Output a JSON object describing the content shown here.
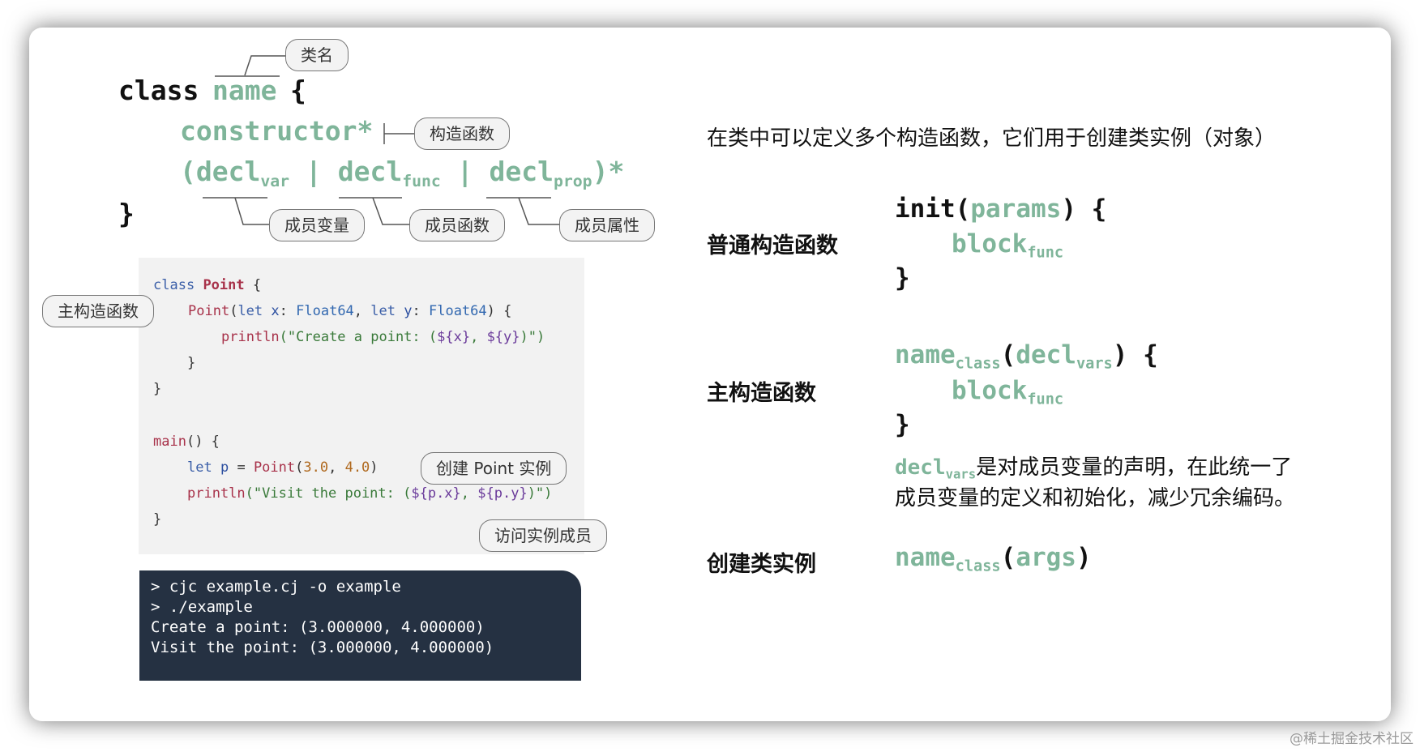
{
  "grammar": {
    "class_kw": "class",
    "name": "name",
    "open_brace": "{",
    "constructor": "constructor*",
    "decl_open": "(",
    "decl": "decl",
    "sub_var": "var",
    "sub_func": "func",
    "sub_prop": "prop",
    "pipe": "|",
    "decl_close": ")*",
    "close_brace": "}"
  },
  "tags": {
    "class_name": "类名",
    "constructor": "构造函数",
    "member_var": "成员变量",
    "member_func": "成员函数",
    "member_prop": "成员属性",
    "primary_ctor": "主构造函数",
    "create_instance": "创建 Point 实例",
    "access_member": "访问实例成员"
  },
  "code": {
    "line1": {
      "kw": "class",
      "name": "Point",
      "rest": " {"
    },
    "line2": {
      "fn": "Point",
      "p1": "(",
      "let1": "let",
      "x": "x",
      "colon1": ": ",
      "t1": "Float64",
      "comma": ", ",
      "let2": "let",
      "y": "y",
      "colon2": ": ",
      "t2": "Float64",
      "end": ") {"
    },
    "line3": {
      "fn": "println",
      "str1": "(\"Create a point: (",
      "tpl1": "${x}",
      "sep": ", ",
      "tpl2": "${y}",
      "str2": ")\")"
    },
    "line4": "}",
    "line5": "}",
    "line6": {
      "fn": "main",
      "rest": "() {"
    },
    "line7": {
      "kw": "let",
      "id": "p",
      "eq": " = ",
      "fn": "Point",
      "p1": "(",
      "n1": "3.0",
      "comma": ", ",
      "n2": "4.0",
      "p2": ")"
    },
    "line8": {
      "fn": "println",
      "str1": "(\"Visit the point: (",
      "tpl1": "${p.x}",
      "sep": ", ",
      "tpl2": "${p.y}",
      "str2": ")\")"
    },
    "line9": "}"
  },
  "terminal": {
    "lines": [
      "> cjc example.cj -o example",
      "> ./example",
      "Create a point: (3.000000, 4.000000)",
      "Visit the point: (3.000000, 4.000000)"
    ]
  },
  "right": {
    "intro": "在类中可以定义多个构造函数，它们用于创建类实例（对象）",
    "normal_ctor_label": "普通构造函数",
    "init_kw": "init",
    "params": "params",
    "block": "block",
    "sub_func": "func",
    "primary_ctor_label": "主构造函数",
    "name": "name",
    "sub_class": "class",
    "decl": "decl",
    "sub_vars": "vars",
    "note_line1": "是对成员变量的声明，在此统一了",
    "note_line2": "成员变量的定义和初始化，减少冗余编码。",
    "create_label": "创建类实例",
    "args": "args",
    "paren_open": "(",
    "paren_close": ")",
    "brace_open": "{",
    "brace_close": "}",
    "paren_close_brace": ") {"
  },
  "watermark": "@稀土掘金技术社区",
  "colors": {
    "accent_green": "#7fb59a",
    "terminal_bg": "#253142",
    "code_bg": "#f2f2f2"
  }
}
